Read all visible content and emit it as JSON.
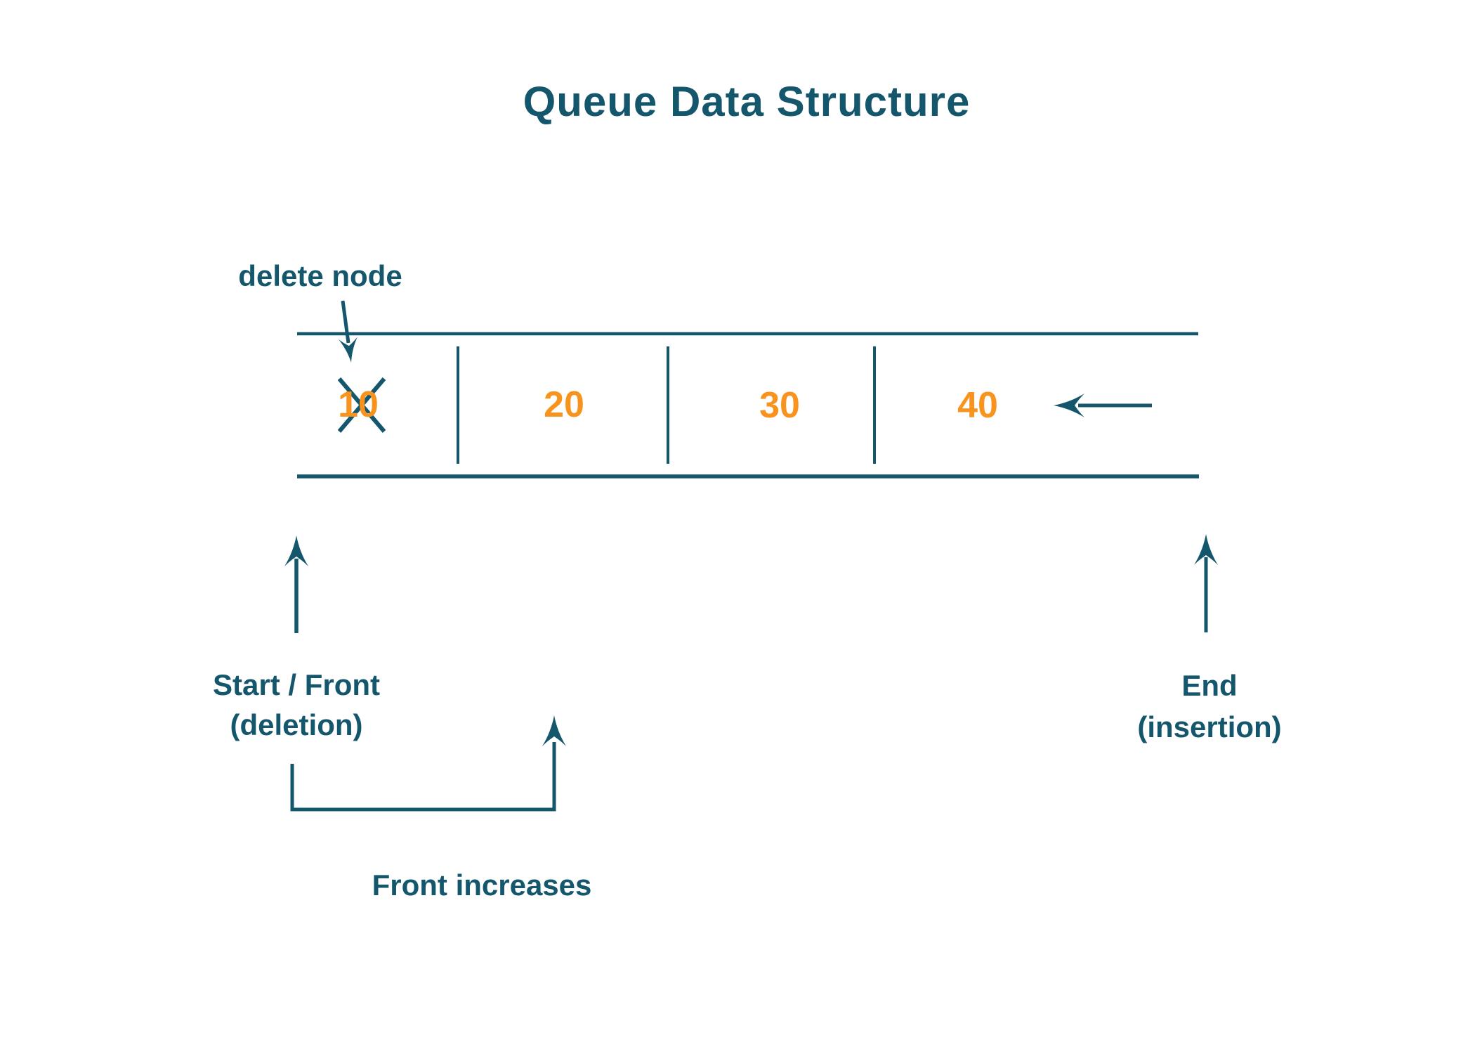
{
  "title": "Queue Data Structure",
  "colors": {
    "teal": "#14566B",
    "orange": "#F8941E",
    "background": "#FFFFFF"
  },
  "queue": {
    "cells": [
      {
        "value": "10",
        "deleted": true
      },
      {
        "value": "20",
        "deleted": false
      },
      {
        "value": "30",
        "deleted": false
      },
      {
        "value": "40",
        "deleted": false
      }
    ]
  },
  "annotations": {
    "delete_node": "delete node",
    "start_front": {
      "line1": "Start / Front",
      "line2": "(deletion)"
    },
    "end": {
      "line1": "End",
      "line2": "(insertion)"
    },
    "front_increases": "Front increases"
  }
}
